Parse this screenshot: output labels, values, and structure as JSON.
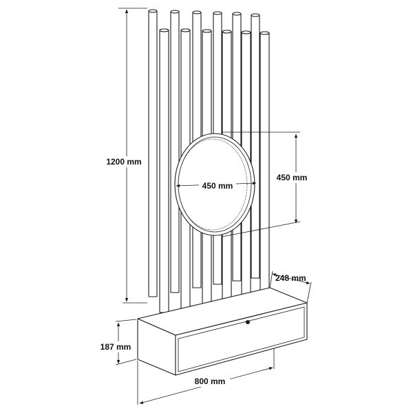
{
  "dimensions": {
    "height": "1200 mm",
    "mirror_width": "450 mm",
    "mirror_height": "450 mm",
    "depth": "248 mm",
    "cabinet_height": "187 mm",
    "width": "800 mm"
  },
  "colors": {
    "line": "#1a1a1a",
    "background": "#ffffff"
  }
}
